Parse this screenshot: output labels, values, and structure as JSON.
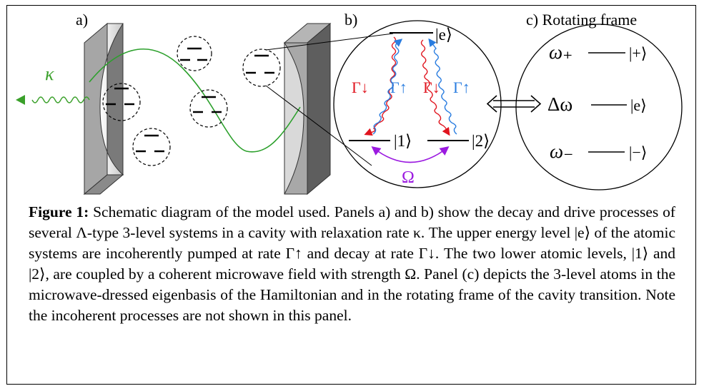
{
  "figure": {
    "panel_a_label": "a)",
    "panel_b_label": "b)",
    "panel_c_label": "c) Rotating frame",
    "kappa": "κ",
    "level_e": "|e⟩",
    "level_1": "|1⟩",
    "level_2": "|2⟩",
    "gamma_down": "Γ↓",
    "gamma_up": "Γ↑",
    "omega": "Ω",
    "rot_omega_plus": "ω₊",
    "rot_level_plus": "|+⟩",
    "rot_delta_omega": "Δω",
    "rot_level_e": "|e⟩",
    "rot_omega_minus": "ω₋",
    "rot_level_minus": "|−⟩"
  },
  "caption": {
    "label": "Figure 1:",
    "text": " Schematic diagram of the model used. Panels a) and b) show the decay and drive processes of several Λ-type 3-level systems in a cavity with relaxation rate κ. The upper energy level |e⟩ of the atomic systems are incoherently pumped at rate Γ↑ and decay at rate Γ↓. The two lower atomic levels, |1⟩ and |2⟩, are coupled by a coherent microwave field with strength Ω. Panel (c) depicts the 3-level atoms in the microwave-dressed eigenbasis of the Hamiltonian and in the rotating frame of the cavity transition. Note the incoherent processes are not shown in this panel."
  },
  "colors": {
    "cavity_wave": "#2ca02c",
    "kappa": "#3aa02a",
    "gamma_down": "#e0141e",
    "gamma_up": "#2a7de0",
    "omega": "#9b1ae0",
    "mirror_front": "#a8a8a8",
    "mirror_side": "#6e6e6e"
  }
}
